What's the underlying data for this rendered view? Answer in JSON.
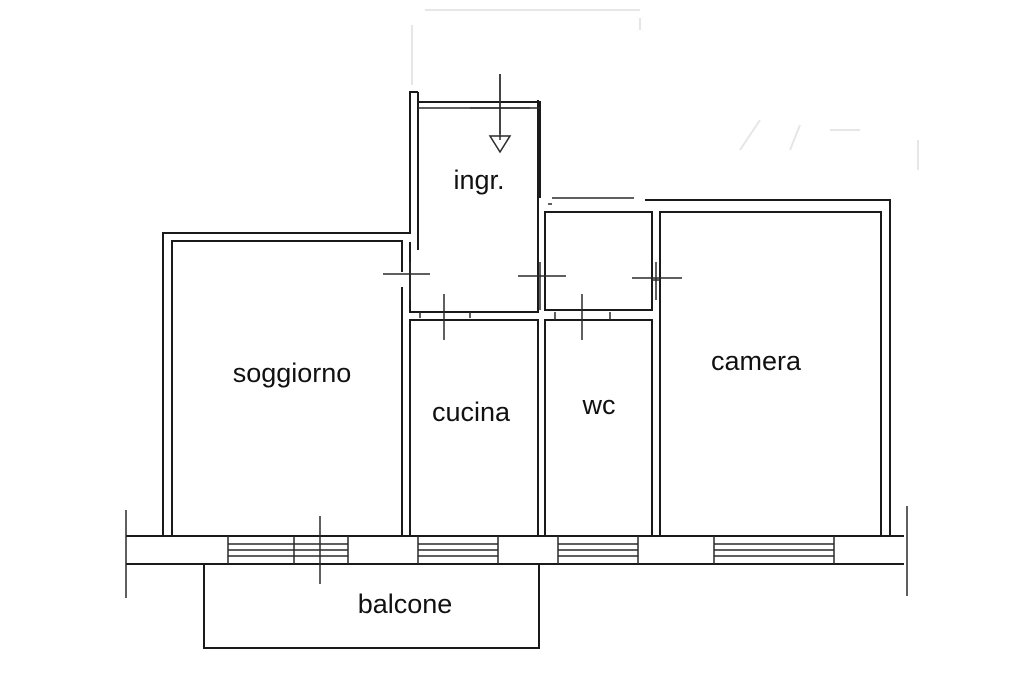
{
  "rooms": {
    "entrance": "ingr.",
    "living": "soggiorno",
    "kitchen": "cucina",
    "bathroom": "wc",
    "bedroom": "camera",
    "balcony": "balcone"
  },
  "colors": {
    "line": "#1a1a1a",
    "background": "#ffffff"
  },
  "icons": {
    "entry_arrow": "entry-arrow-icon"
  }
}
